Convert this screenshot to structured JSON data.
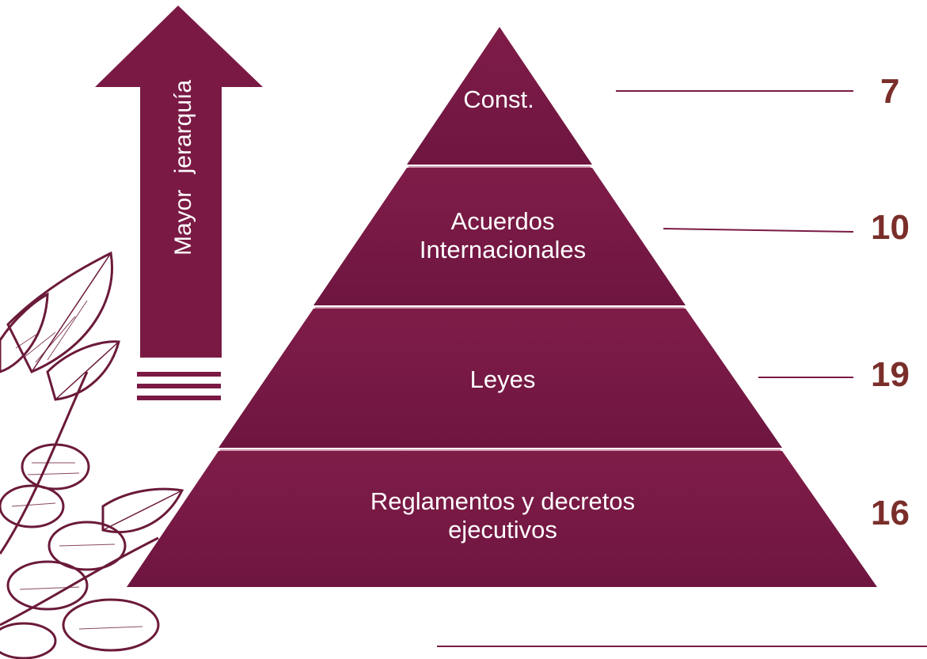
{
  "arrow": {
    "label": "Mayor jerarquía"
  },
  "pyramid": {
    "tiers": [
      {
        "label": "Const.",
        "count": "7"
      },
      {
        "label": "Acuerdos\nInternacionales",
        "count": "10"
      },
      {
        "label": "Leyes",
        "count": "19"
      },
      {
        "label": "Reglamentos y decretos\nejecutivos",
        "count": "16"
      }
    ]
  },
  "colors": {
    "tier_fill": "#7a1a44",
    "tier_top": "#6d1638",
    "count_text": "#7a2e2a",
    "leader_line": "#7a1a44",
    "decoration_stroke": "#6b1a3a"
  },
  "decorations": {
    "left_botanical": "coffee-branch-illustration"
  }
}
